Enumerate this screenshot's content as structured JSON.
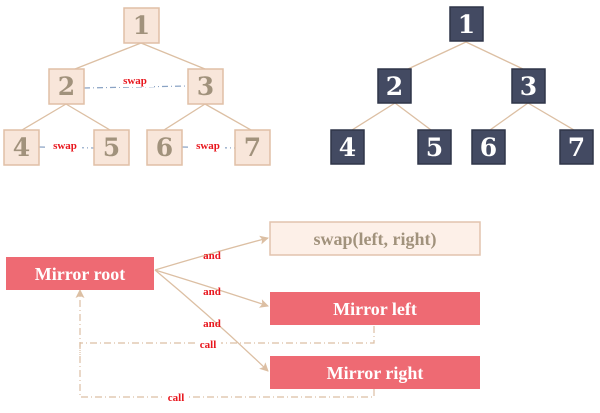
{
  "trees": {
    "left": {
      "nodes": [
        "1",
        "2",
        "3",
        "4",
        "5",
        "6",
        "7"
      ],
      "swap_labels": [
        "swap",
        "swap",
        "swap"
      ],
      "colors": {
        "fill": "#f8e6da",
        "stroke": "#e0bfa6",
        "text": "#a1927c",
        "edge": "#dcbfa3",
        "swap_dash": "#8aa3c4"
      }
    },
    "right": {
      "nodes": [
        "1",
        "2",
        "3",
        "4",
        "5",
        "6",
        "7"
      ],
      "colors": {
        "fill": "#434a62",
        "stroke": "#2f3548",
        "text": "#ffffff",
        "edge": "#dcbfa3"
      }
    }
  },
  "flow": {
    "root": "Mirror root",
    "swap": "swap(left, right)",
    "left": "Mirror left",
    "right": "Mirror right",
    "and_labels": [
      "and",
      "and",
      "and"
    ],
    "call_labels": [
      "call",
      "call"
    ],
    "colors": {
      "root_fill": "#ee6a73",
      "swap_fill": "#fdf0e8",
      "swap_stroke": "#e2c3ad",
      "swap_text": "#a1927c",
      "arrow": "#dcbfa3",
      "label": "#e8161d"
    }
  }
}
